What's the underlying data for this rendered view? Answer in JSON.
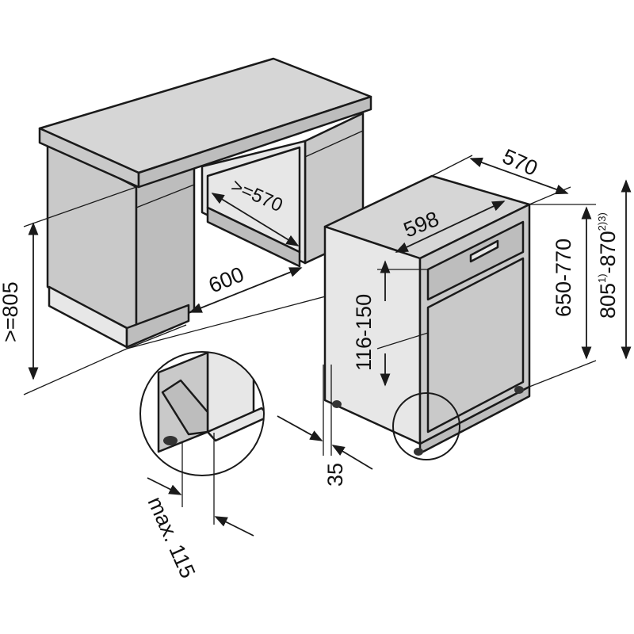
{
  "dimensions": {
    "worktop_depth": ">=570",
    "worktop_width": "600",
    "worktop_height": ">=805",
    "appliance_depth": "570",
    "appliance_width": "598",
    "panel_height": "116-150",
    "body_height": "650-770",
    "total_height_main": "805",
    "total_height_sup1": "1)",
    "total_height_sep": "-870",
    "total_height_sup2": "2)3)",
    "plinth_recess": "35",
    "plinth_max_label": "max. 115"
  },
  "colors": {
    "line": "#1a1a1a",
    "fill_top": "#d6d6d6",
    "fill_front": "#c9c9c9",
    "fill_side": "#bdbdbd"
  }
}
